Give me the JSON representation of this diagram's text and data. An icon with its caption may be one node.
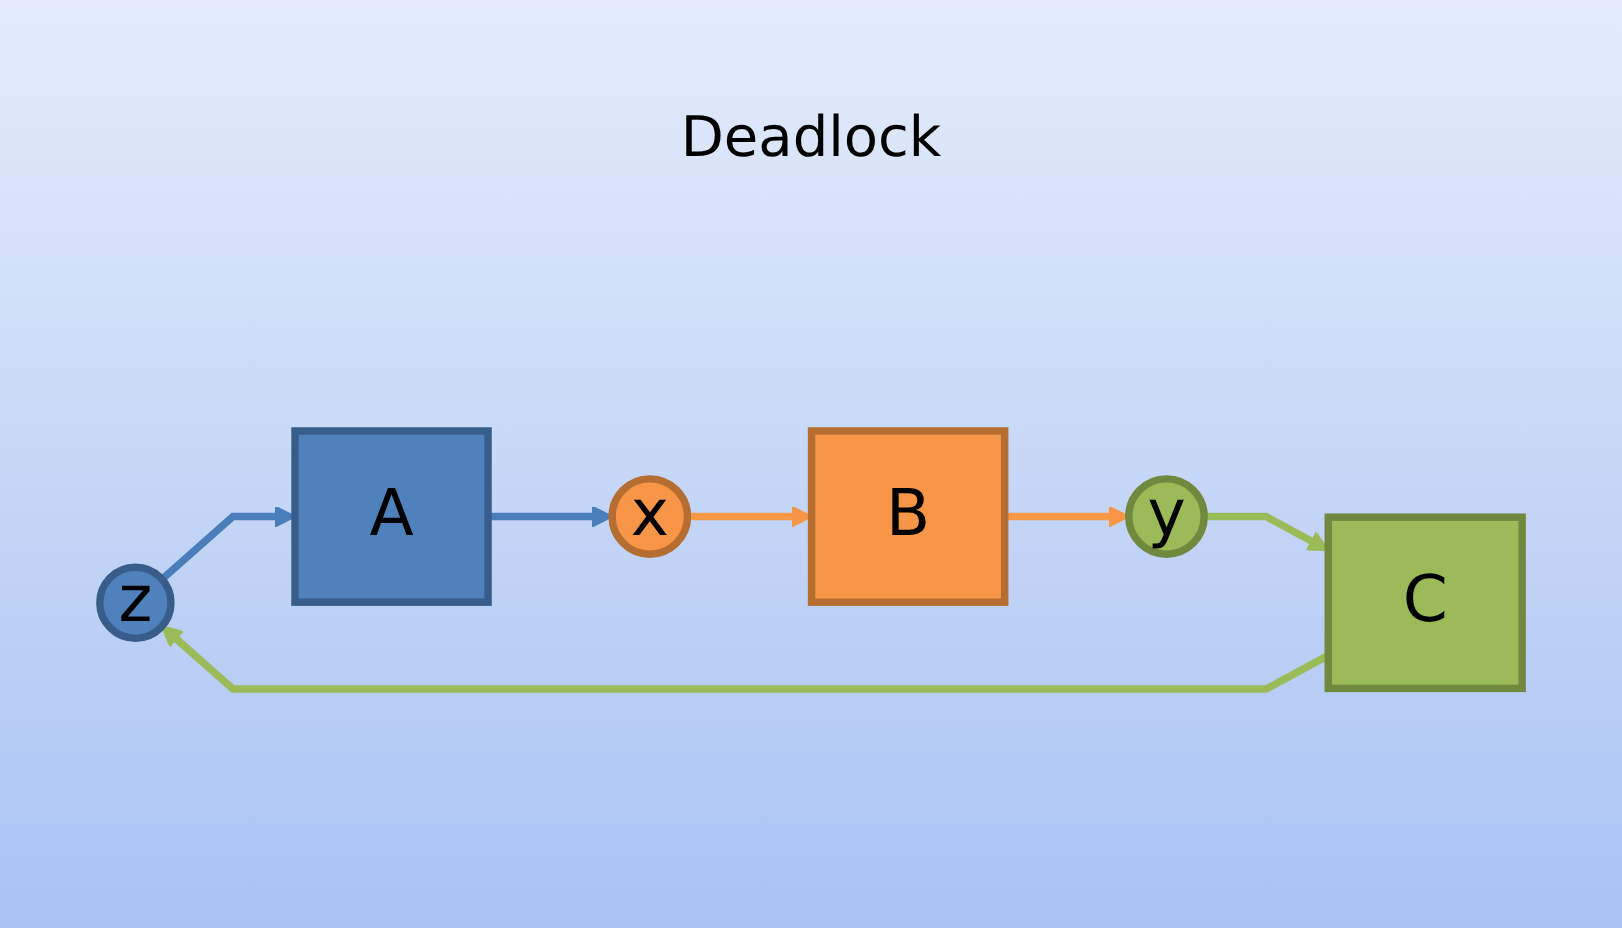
{
  "diagram": {
    "title": "Deadlock",
    "nodes": [
      {
        "text": [
          "z"
        ]
      },
      {
        "text": [
          "A"
        ]
      },
      {
        "text": [
          "x"
        ]
      },
      {
        "text": [
          "B"
        ]
      },
      {
        "text": [
          "y"
        ]
      },
      {
        "text": [
          "C"
        ]
      }
    ],
    "edges": [
      {
        "from": 0,
        "to": 1,
        "arrow": "to",
        "color": "#4a7ebb"
      },
      {
        "from": 1,
        "to": 2,
        "arrow": "to",
        "color": "#4a7ebb"
      },
      {
        "from": 2,
        "to": 3,
        "arrow": "to",
        "color": "#f79646"
      },
      {
        "from": 3,
        "to": 4,
        "arrow": "to",
        "color": "#f79646"
      },
      {
        "from": 4,
        "to": 5,
        "arrow": "to",
        "color": "#9bbb59"
      },
      {
        "from": 5,
        "to": 0,
        "arrow": "to",
        "color": "#9bbb59"
      }
    ]
  }
}
